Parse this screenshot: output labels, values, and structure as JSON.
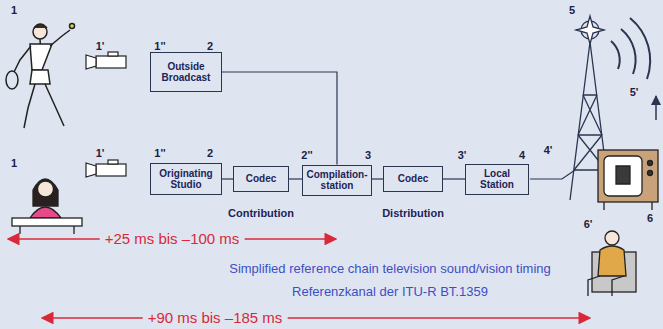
{
  "diagram": {
    "nodes": [
      {
        "text": [
          "Outside Broadcast"
        ]
      },
      {
        "text": [
          "Originating Studio"
        ]
      },
      {
        "text": [
          "Codec"
        ]
      },
      {
        "text": [
          "Compilation-station"
        ]
      },
      {
        "text": [
          "Codec"
        ]
      },
      {
        "text": [
          "Local Station"
        ]
      }
    ],
    "edges": [
      {
        "from": 0,
        "to": 3,
        "arrow": "none"
      },
      {
        "from": 1,
        "to": 2,
        "arrow": "none"
      },
      {
        "from": 2,
        "to": 3,
        "arrow": "none"
      },
      {
        "from": 3,
        "to": 4,
        "arrow": "none"
      },
      {
        "from": 4,
        "to": 5,
        "arrow": "none"
      }
    ],
    "labels": [
      "1",
      "1'",
      "1''",
      "2",
      "1",
      "1'",
      "1''",
      "2",
      "2''",
      "3",
      "3'",
      "4",
      "4'",
      "5",
      "5'",
      "6",
      "6'",
      "Contribution",
      "Distribution",
      "+25 ms bis –100 ms",
      "Simplified reference chain television sound/vision timing",
      "Referenzkanal der ITU-R BT.1359",
      "+90 ms bis –185 ms"
    ]
  }
}
